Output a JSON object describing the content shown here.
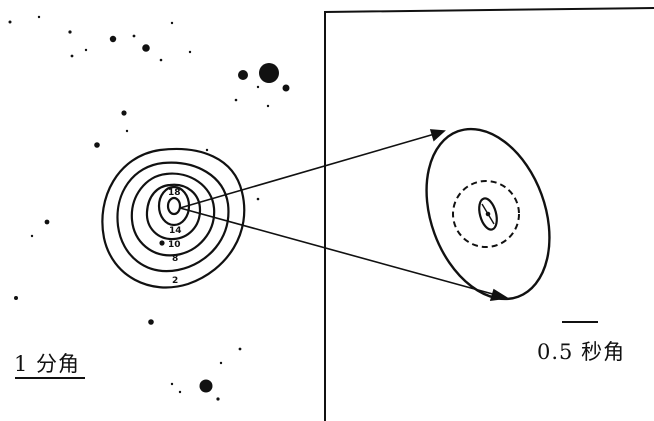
{
  "left_scale": {
    "label": "1 分角"
  },
  "right_scale": {
    "label": "0.5 秒角"
  },
  "contour_labels": [
    "18",
    "14",
    "10",
    "8",
    "2"
  ],
  "colors": {
    "ink": "#111111",
    "paper": "#ffffff"
  }
}
